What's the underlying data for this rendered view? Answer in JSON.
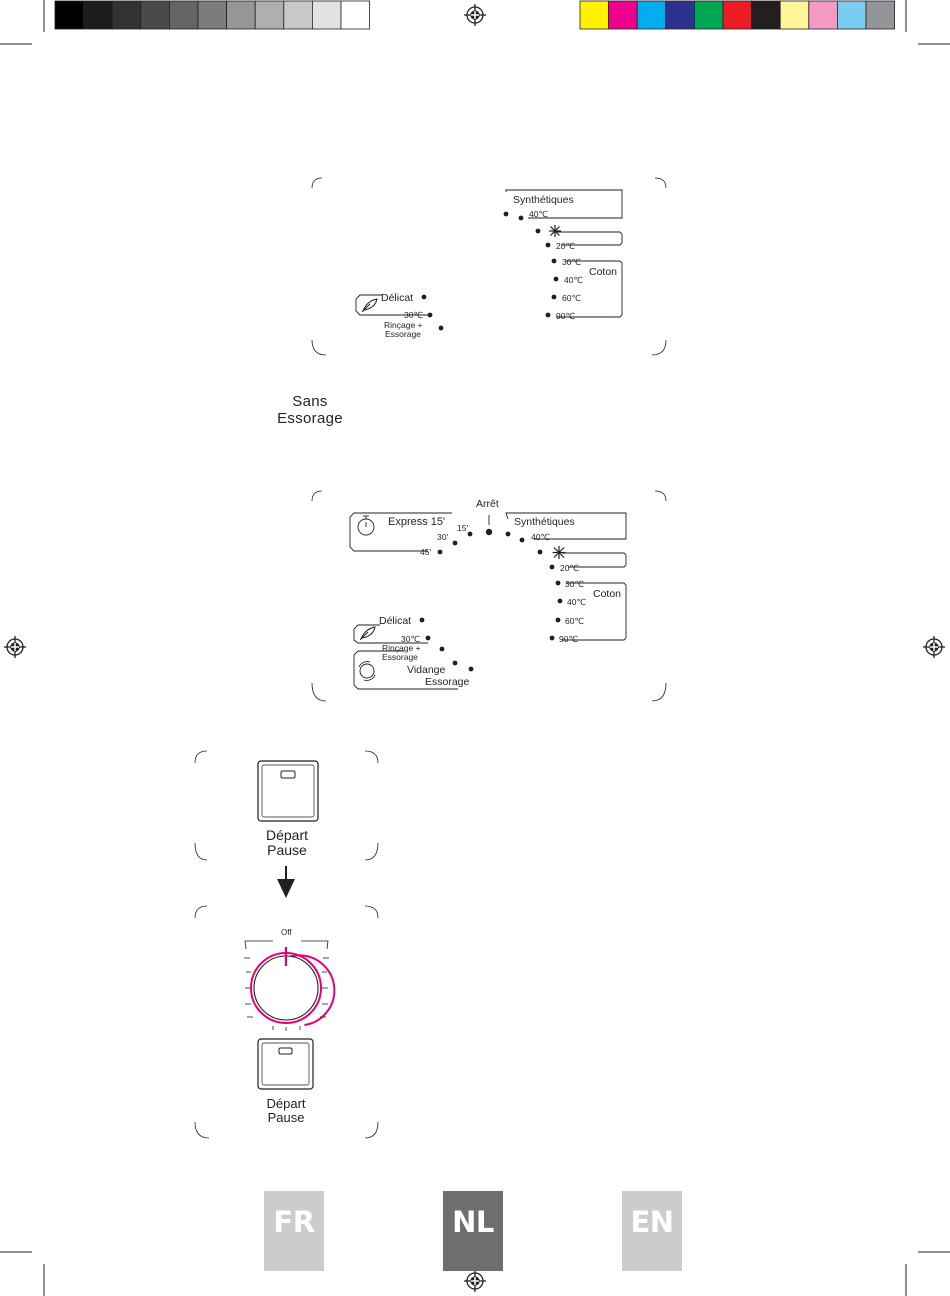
{
  "color_bar": {
    "grayscale": [
      "#000000",
      "#1c1c1c",
      "#333333",
      "#4a4a4a",
      "#646464",
      "#7c7c7c",
      "#969696",
      "#afafaf",
      "#c8c8c8",
      "#e2e2e2",
      "#ffffff"
    ],
    "process": [
      "#fff200",
      "#ec008c",
      "#00aeef",
      "#2e3192",
      "#00a651",
      "#ed1c24",
      "#231f20",
      "#fff799",
      "#f49ac2",
      "#7accf0",
      "#939598"
    ]
  },
  "panel1": {
    "synthetiques": "Synthétiques",
    "t40_syn": "40℃",
    "t20": "20℃",
    "t30": "30℃",
    "coton": "Coton",
    "t40": "40℃",
    "t60": "60℃",
    "t90": "90℃",
    "delicat": "Délicat",
    "t30_del": "30℃",
    "rincage_1": "Rinçage +",
    "rincage_2": "Essorage",
    "snow_icon": "snowflake-icon",
    "leaf_icon": "leaf-icon"
  },
  "sans_essorage": {
    "line1": "Sans",
    "line2": "Essorage"
  },
  "panel2": {
    "arret": "Arrêt",
    "express": "Express 15'",
    "m15": "15'",
    "m30": "30'",
    "m45": "45'",
    "synthetiques": "Synthétiques",
    "t40_syn": "40℃",
    "t20": "20℃",
    "t30": "30℃",
    "coton": "Coton",
    "t40": "40℃",
    "t60": "60℃",
    "t90": "90℃",
    "delicat": "Délicat",
    "t30_del": "30℃",
    "rincage_1": "Rinçage +",
    "rincage_2": "Essorage",
    "vidange": "Vidange",
    "essorage": "Essorage",
    "timer_icon": "timer-icon",
    "spin_icon": "spin-drain-icon"
  },
  "button_panel": {
    "label_1": "Départ",
    "label_2": "Pause"
  },
  "dial_panel": {
    "off_label": "Off",
    "label_1": "Départ",
    "label_2": "Pause",
    "accent": "#e6007e"
  },
  "languages": [
    {
      "code": "FR",
      "color": "#cccccc"
    },
    {
      "code": "NL",
      "color": "#6d6e70"
    },
    {
      "code": "EN",
      "color": "#cccccc"
    }
  ]
}
